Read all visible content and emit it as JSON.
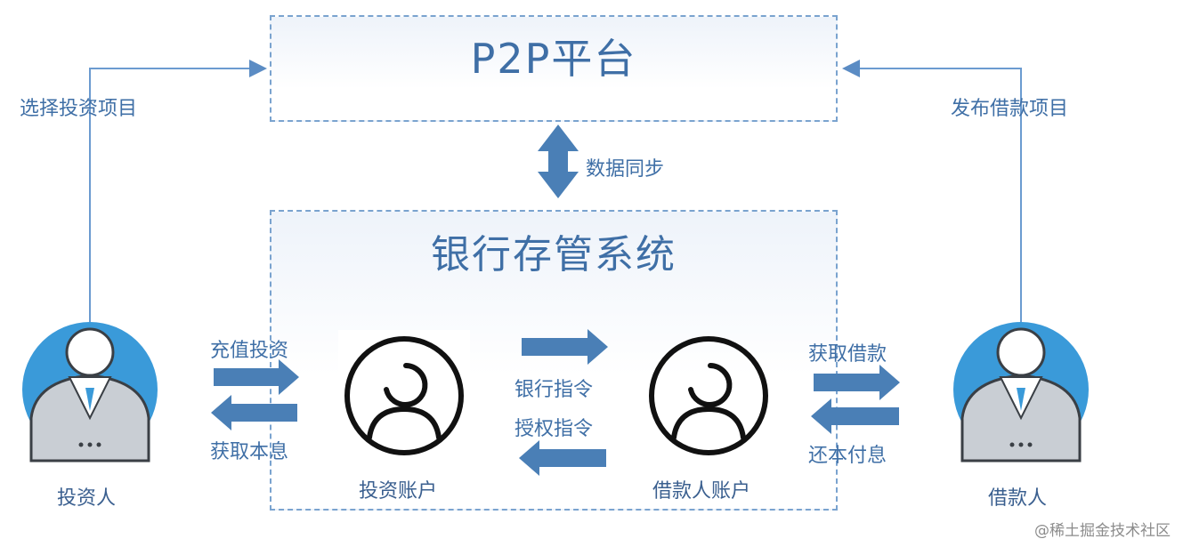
{
  "p2p_platform": {
    "title": "P2P平台"
  },
  "bank_system": {
    "title": "银行存管系统"
  },
  "sync": {
    "label": "数据同步"
  },
  "investor": {
    "name": "投资人",
    "select_project": "选择投资项目",
    "recharge": "充值投资",
    "get_return": "获取本息",
    "account": "投资账户"
  },
  "borrower": {
    "name": "借款人",
    "publish_project": "发布借款项目",
    "get_loan": "获取借款",
    "repay": "还本付息",
    "account": "借款人账户"
  },
  "instructions": {
    "bank": "银行指令",
    "auth": "授权指令"
  },
  "watermark": "@稀土掘金技术社区",
  "colors": {
    "accent": "#3f6fa6",
    "arrow": "#4a7fb6",
    "person_circle": "#3a9ad9",
    "box_border": "#7aa3cf"
  }
}
